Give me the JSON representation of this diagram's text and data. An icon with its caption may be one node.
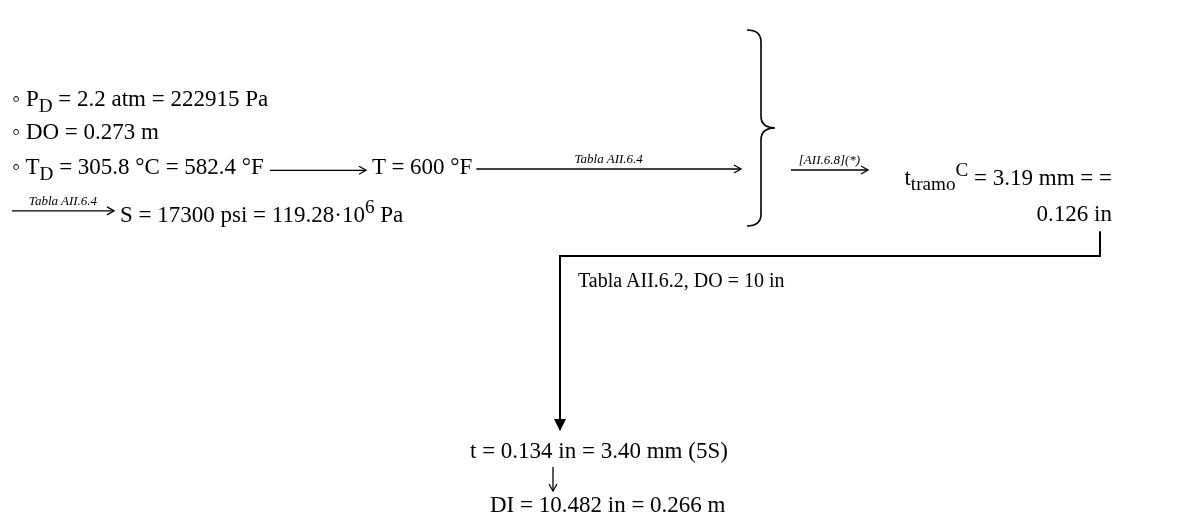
{
  "diagram": {
    "nodes": [
      {
        "text": [
          "◦ P$_{D}$ = 2.2 atm = 222915 Pa"
        ]
      },
      {
        "text": [
          "◦ DO = 0.273 m"
        ]
      },
      {
        "text": [
          "◦ T$_{D}$ = 305.8 °C = 582.4 °F"
        ]
      },
      {
        "text": [
          "T = 600 °F"
        ]
      },
      {
        "text": [
          "S = 17300 psi = 119.28·10$^{6}$ Pa"
        ]
      },
      {
        "text": [],
        "shape": "brace"
      },
      {
        "text": [
          "t$_{tramo}$$^{C}$ = 3.19 mm = = 0.126 in"
        ]
      },
      {
        "text": [
          "t = 0.134 in = 3.40 mm (5S)"
        ]
      },
      {
        "text": [
          "DI = 10.482 in = 0.266 m"
        ]
      }
    ],
    "edges": [
      {
        "from": 2,
        "to": 3,
        "arrow": "to"
      },
      {
        "from": 3,
        "to": 5,
        "arrow": "to",
        "label": "Tabla AII.6.4"
      },
      {
        "from": null,
        "to": 4,
        "arrow": "to",
        "label": "Tabla AII.6.4"
      },
      {
        "from": 5,
        "to": 6,
        "arrow": "to",
        "label": "[AII.6.8](*)"
      },
      {
        "from": 6,
        "to": 7,
        "arrow": "to",
        "label": "Tabla AII.6.2, DO = 10 in"
      },
      {
        "from": 7,
        "to": 8,
        "arrow": "to"
      }
    ]
  }
}
